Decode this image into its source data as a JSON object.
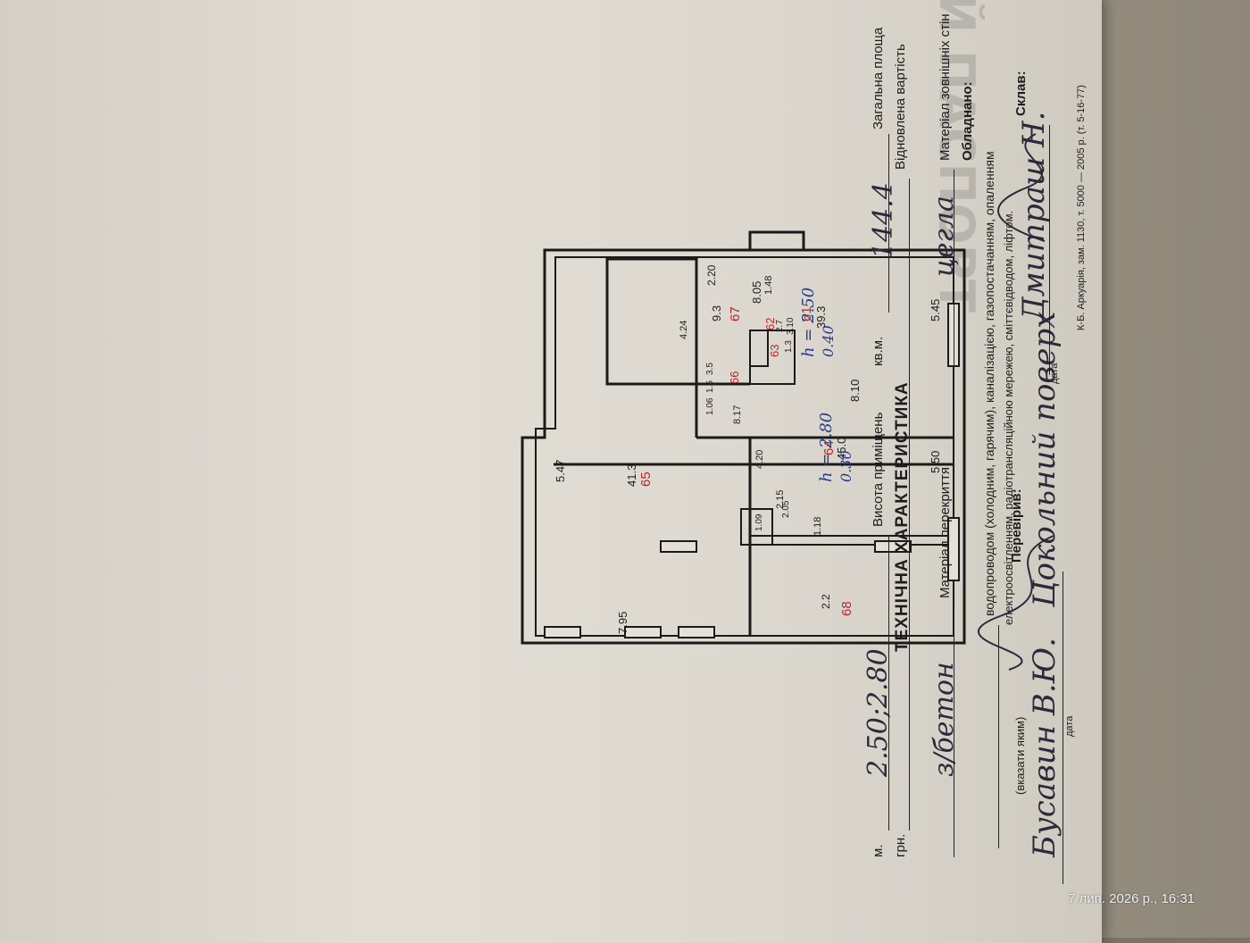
{
  "floor_title": "Цокольний поверх",
  "rooms": [
    {
      "id": "61",
      "area": "39.3",
      "dims": [
        "8.05",
        "5.45"
      ]
    },
    {
      "id": "62",
      "area": "2.7"
    },
    {
      "id": "63",
      "area": "1.3"
    },
    {
      "id": "64",
      "area": "45.0",
      "dims": [
        "8.10",
        "5.50"
      ]
    },
    {
      "id": "65",
      "area": "41.3",
      "dims": [
        "7.95",
        "5.47"
      ]
    },
    {
      "id": "66",
      "area": "1.5"
    },
    {
      "id": "67",
      "area": "9.3",
      "dims": [
        "2.20",
        "4.24"
      ]
    },
    {
      "id": "68",
      "area": "2.2",
      "dims": [
        "2.15",
        "1.18"
      ]
    }
  ],
  "heights": [
    {
      "h": "h = 2.50",
      "v": "0.40"
    },
    {
      "h": "h = 2.80",
      "v": "0.30"
    }
  ],
  "extra_dims": [
    "1.48",
    "3.10",
    "8.17",
    "4.20",
    "2.05",
    "1.09",
    "3.5",
    "1.06"
  ],
  "tech": {
    "title": "ТЕХНІЧНА ХАРАКТЕРИСТИКА",
    "total_area_label": "Загальна площа",
    "total_area_value": "144.4",
    "unit_sqm": "кв.м.",
    "height_label": "Висота приміщень",
    "height_value": "2.50;2.80",
    "unit_m": "м.",
    "value_label": "Відновлена вартість",
    "unit_uah": "грн.",
    "walls_label": "Матеріал зовнішніх стін",
    "walls_value": "цегла",
    "ceiling_label": "Матеріал перекриття",
    "ceiling_value": "з/бетон",
    "equipped_label": "Обладнано:",
    "equipped_line1": "водопроводом (холодним, гарячим), каналізацією, газопостачанням, опаленням",
    "equipped_line2": "електроосвітленням, радіотрансляційною мережею, сміттєвідводом, ліфтом.",
    "specify_label": "(вказати яким)",
    "composed_label": "Склав:",
    "composer_name": "Дмитраш Н.",
    "checked_label": "Перевірив:",
    "checker_name": "Бусавин В.Ю.",
    "date_label": "дата",
    "footer": "К-Б. Аркуарія, зам. 1130, т. 5000 — 2005 р. (т. 5-16-77)"
  },
  "photo_timestamp": "7 лип. 2026 р., 16:31"
}
